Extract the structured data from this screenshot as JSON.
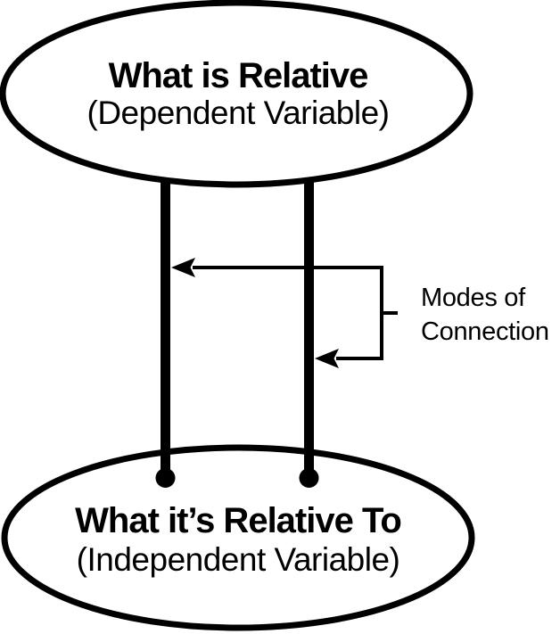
{
  "diagram": {
    "background": "#ffffff",
    "ink_color": "#000000",
    "top_ellipse": {
      "title": "What is Relative",
      "subtitle": "(Dependent Variable)"
    },
    "connections": {
      "label_line1": "Modes of",
      "label_line2": "Connection"
    },
    "bottom_ellipse": {
      "title": "What it’s Relative To",
      "subtitle": "(Independent Variable)"
    }
  }
}
